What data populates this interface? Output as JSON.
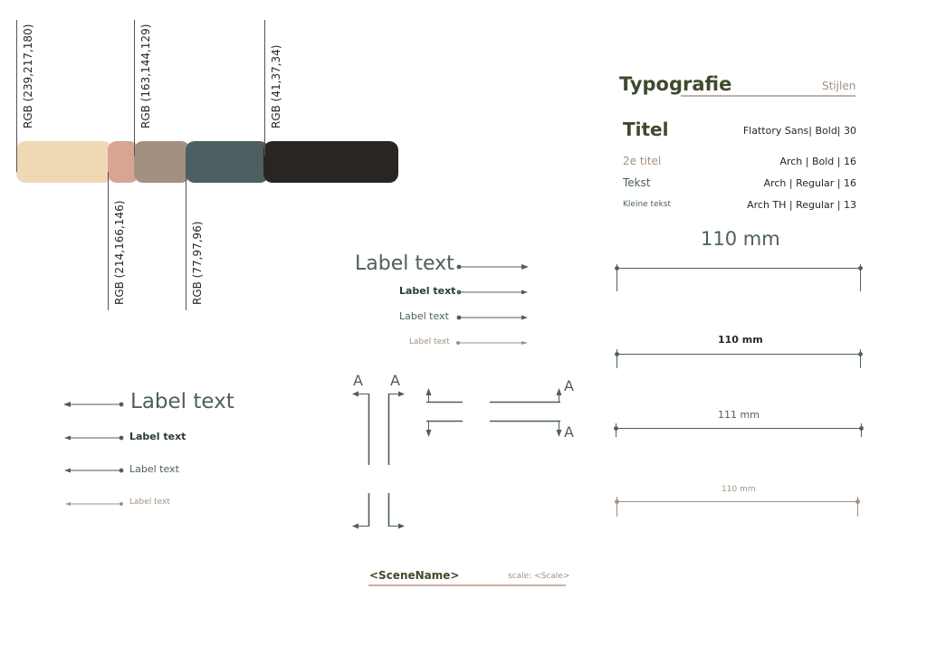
{
  "palette": {
    "swatches": [
      {
        "color": "#efd9b4"
      },
      {
        "color": "#d6a692"
      },
      {
        "color": "#a39081"
      },
      {
        "color": "#4d5f60"
      },
      {
        "color": "#292522"
      }
    ],
    "labels": {
      "c1": "RGB (239,217,180)",
      "c2": "RGB (214,166,146)",
      "c3": "RGB (163,144,129)",
      "c4": "RGB (77,97,96)",
      "c5": "RGB (41,37,34)"
    }
  },
  "typography": {
    "title": "Typografie",
    "subtitle": "Stijlen",
    "rows": [
      {
        "name": "Titel",
        "spec": "Flattory Sans| Bold| 30"
      },
      {
        "name": "2e titel",
        "spec": "Arch | Bold | 16"
      },
      {
        "name": "Tekst",
        "spec": "Arch | Regular | 16"
      },
      {
        "name": "Kleine tekst",
        "spec": "Arch TH | Regular | 13"
      }
    ]
  },
  "dimensions": [
    {
      "label": "110 mm"
    },
    {
      "label": "110 mm"
    },
    {
      "label": "111 mm"
    },
    {
      "label": "110 mm"
    }
  ],
  "labels_right": {
    "l1": "Label text",
    "l2": "Label text",
    "l3": "Label text",
    "l4": "Label text"
  },
  "labels_left": {
    "l1": "Label text",
    "l2": "Label text",
    "l3": "Label text",
    "l4": "Label text"
  },
  "section": {
    "letter_a1": "A",
    "letter_a2": "A",
    "letter_a3": "A",
    "letter_a4": "A"
  },
  "scene": {
    "name": "<SceneName>",
    "scale": "scale: <Scale>"
  },
  "colors": {
    "dark": "#4d5f5e",
    "brown": "#a3907f"
  }
}
